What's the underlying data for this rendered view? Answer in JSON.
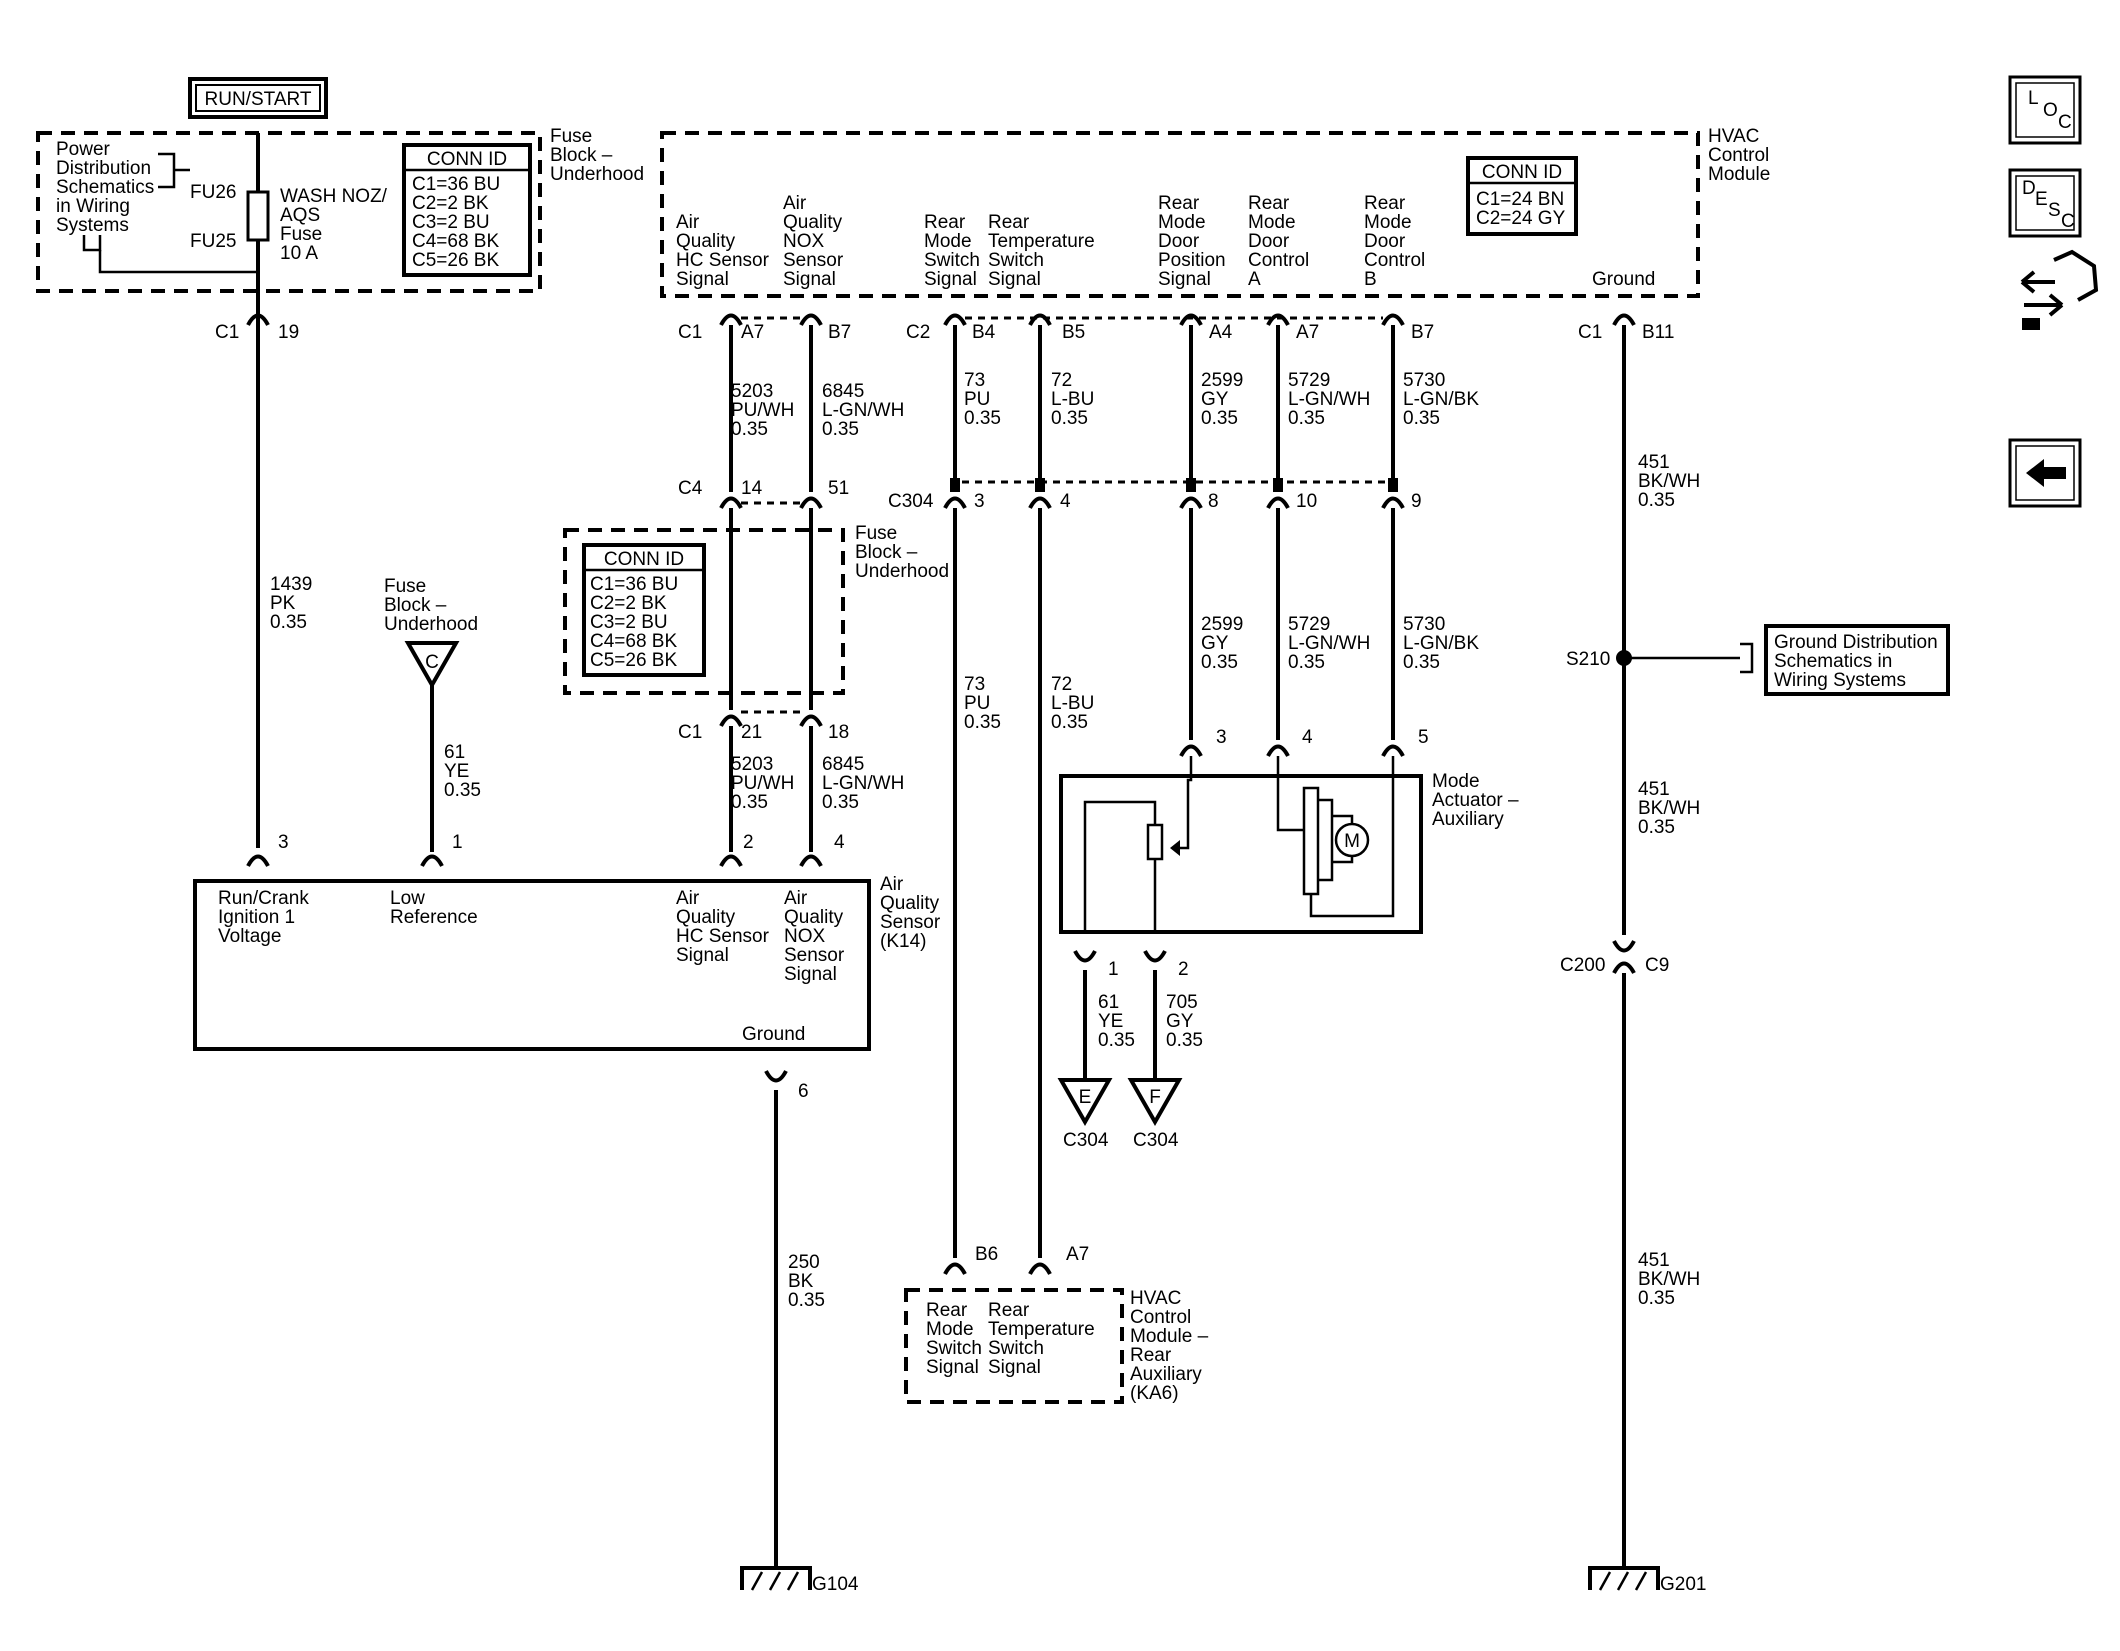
{
  "run_start": "RUN/START",
  "power_dist": [
    "Power",
    "Distribution",
    "Schematics",
    "in Wiring",
    "Systems"
  ],
  "fuse": {
    "top": "FU26",
    "bottom": "FU25",
    "label": [
      "WASH NOZ/",
      "AQS",
      "Fuse",
      "10 A"
    ]
  },
  "fuse_block_label": [
    "Fuse",
    "Block –",
    "Underhood"
  ],
  "conn_id_title": "CONN ID",
  "fuse_conn_ids": [
    "C1=36 BU",
    "C2=2 BK",
    "C3=2 BU",
    "C4=68 BK",
    "C5=26 BK"
  ],
  "hvac_label": [
    "HVAC",
    "Control",
    "Module"
  ],
  "hvac_conn_ids": [
    "C1=24 BN",
    "C2=24 GY"
  ],
  "hvac_signals": {
    "aq_hc": [
      "Air",
      "Quality",
      "HC Sensor",
      "Signal"
    ],
    "aq_nox": [
      "Air",
      "Quality",
      "NOX",
      "Sensor",
      "Signal"
    ],
    "rear_mode_sw": [
      "Rear",
      "Mode",
      "Switch",
      "Signal"
    ],
    "rear_temp_sw": [
      "Rear",
      "Temperature",
      "Switch",
      "Signal"
    ],
    "rear_mode_pos": [
      "Rear",
      "Mode",
      "Door",
      "Position",
      "Signal"
    ],
    "rear_mode_a": [
      "Rear",
      "Mode",
      "Door",
      "Control",
      "A"
    ],
    "rear_mode_b": [
      "Rear",
      "Mode",
      "Door",
      "Control",
      "B"
    ],
    "ground": "Ground"
  },
  "connectors": {
    "c1": "C1",
    "c2": "C2",
    "c4": "C4",
    "c304": "C304",
    "c200": "C200",
    "c9": "C9",
    "s210": "S210",
    "pin19": "19",
    "a7": "A7",
    "b7": "B7",
    "b4": "B4",
    "b5": "B5",
    "a4": "A4",
    "a7b": "A7",
    "b7b": "B7",
    "b11": "B11",
    "p14": "14",
    "p51": "51",
    "p3": "3",
    "p4": "4",
    "p8": "8",
    "p10": "10",
    "p9": "9",
    "p21": "21",
    "p18": "18"
  },
  "wires": {
    "w1439": [
      "1439",
      "PK",
      "0.35"
    ],
    "w5203": [
      "5203",
      "PU/WH",
      "0.35"
    ],
    "w6845": [
      "6845",
      "L-GN/WH",
      "0.35"
    ],
    "w73": [
      "73",
      "PU",
      "0.35"
    ],
    "w72": [
      "72",
      "L-BU",
      "0.35"
    ],
    "w2599": [
      "2599",
      "GY",
      "0.35"
    ],
    "w5729": [
      "5729",
      "L-GN/WH",
      "0.35"
    ],
    "w5730": [
      "5730",
      "L-GN/BK",
      "0.35"
    ],
    "w451": [
      "451",
      "BK/WH",
      "0.35"
    ],
    "w61": [
      "61",
      "YE",
      "0.35"
    ],
    "w250": [
      "250",
      "BK",
      "0.35"
    ],
    "w705": [
      "705",
      "GY",
      "0.35"
    ]
  },
  "fuse_block_c": {
    "label": [
      "Fuse",
      "Block –",
      "Underhood"
    ],
    "letter": "C"
  },
  "ground_dist": [
    "Ground Distribution",
    "Schematics in",
    "Wiring Systems"
  ],
  "aqs": {
    "label": [
      "Air",
      "Quality",
      "Sensor",
      "(K14)"
    ],
    "pins": {
      "p3": "3",
      "p1": "1",
      "p2": "2",
      "p4": "4",
      "p6": "6"
    },
    "run_crank": [
      "Run/Crank",
      "Ignition 1",
      "Voltage"
    ],
    "low_ref": [
      "Low",
      "Reference"
    ],
    "hc": [
      "Air",
      "Quality",
      "HC Sensor",
      "Signal"
    ],
    "nox": [
      "Air",
      "Quality",
      "NOX",
      "Sensor",
      "Signal"
    ],
    "ground": "Ground"
  },
  "mode_actuator": {
    "label": [
      "Mode",
      "Actuator –",
      "Auxiliary"
    ],
    "pins": {
      "p3": "3",
      "p4": "4",
      "p5": "5",
      "p1": "1",
      "p2": "2"
    },
    "motor": "M"
  },
  "c304_refs": {
    "e": "E",
    "f": "F",
    "label": "C304"
  },
  "rear_aux": {
    "label": [
      "HVAC",
      "Control",
      "Module –",
      "Rear",
      "Auxiliary",
      "(KA6)"
    ],
    "pins": {
      "b6": "B6",
      "a7": "A7"
    },
    "sw": [
      "Rear",
      "Mode",
      "Switch",
      "Signal"
    ],
    "temp": [
      "Rear",
      "Temperature",
      "Switch",
      "Signal"
    ]
  },
  "grounds": {
    "g104": "G104",
    "g201": "G201"
  },
  "nav": {
    "loc": [
      "L",
      "O",
      "C"
    ],
    "desc": [
      "D",
      "E",
      "S",
      "C"
    ]
  }
}
